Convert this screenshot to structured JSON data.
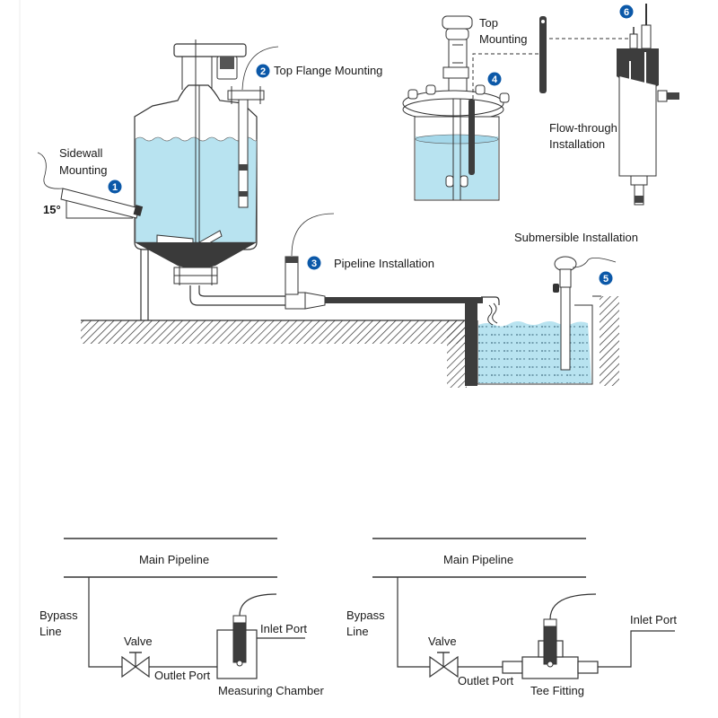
{
  "title": "Sensor Installation Methods",
  "colors": {
    "water": "#b8e3f0",
    "badge": "#0b58a8",
    "line": "#333333",
    "dark_part": "#3d3d3d"
  },
  "installations": [
    {
      "number": "1",
      "label_line1": "Sidewall",
      "label_line2": "Mounting",
      "angle_label": "15°"
    },
    {
      "number": "2",
      "label_line1": "Top Flange Mounting"
    },
    {
      "number": "3",
      "label_line1": "Pipeline Installation"
    },
    {
      "number": "4",
      "label_line1": "Top",
      "label_line2": "Mounting"
    },
    {
      "number": "5",
      "label_line1": "Submersible Installation"
    },
    {
      "number": "6",
      "label_line1": "Flow-through",
      "label_line2": "Installation"
    }
  ],
  "bypass_diagrams": [
    {
      "main_label": "Main Pipeline",
      "bypass_line1": "Bypass",
      "bypass_line2": "Line",
      "valve": "Valve",
      "outlet": "Outlet Port",
      "inlet": "Inlet Port",
      "chamber": "Measuring Chamber"
    },
    {
      "main_label": "Main Pipeline",
      "bypass_line1": "Bypass",
      "bypass_line2": "Line",
      "valve": "Valve",
      "outlet": "Outlet Port",
      "inlet": "Inlet Port",
      "chamber": "Tee Fitting"
    }
  ]
}
